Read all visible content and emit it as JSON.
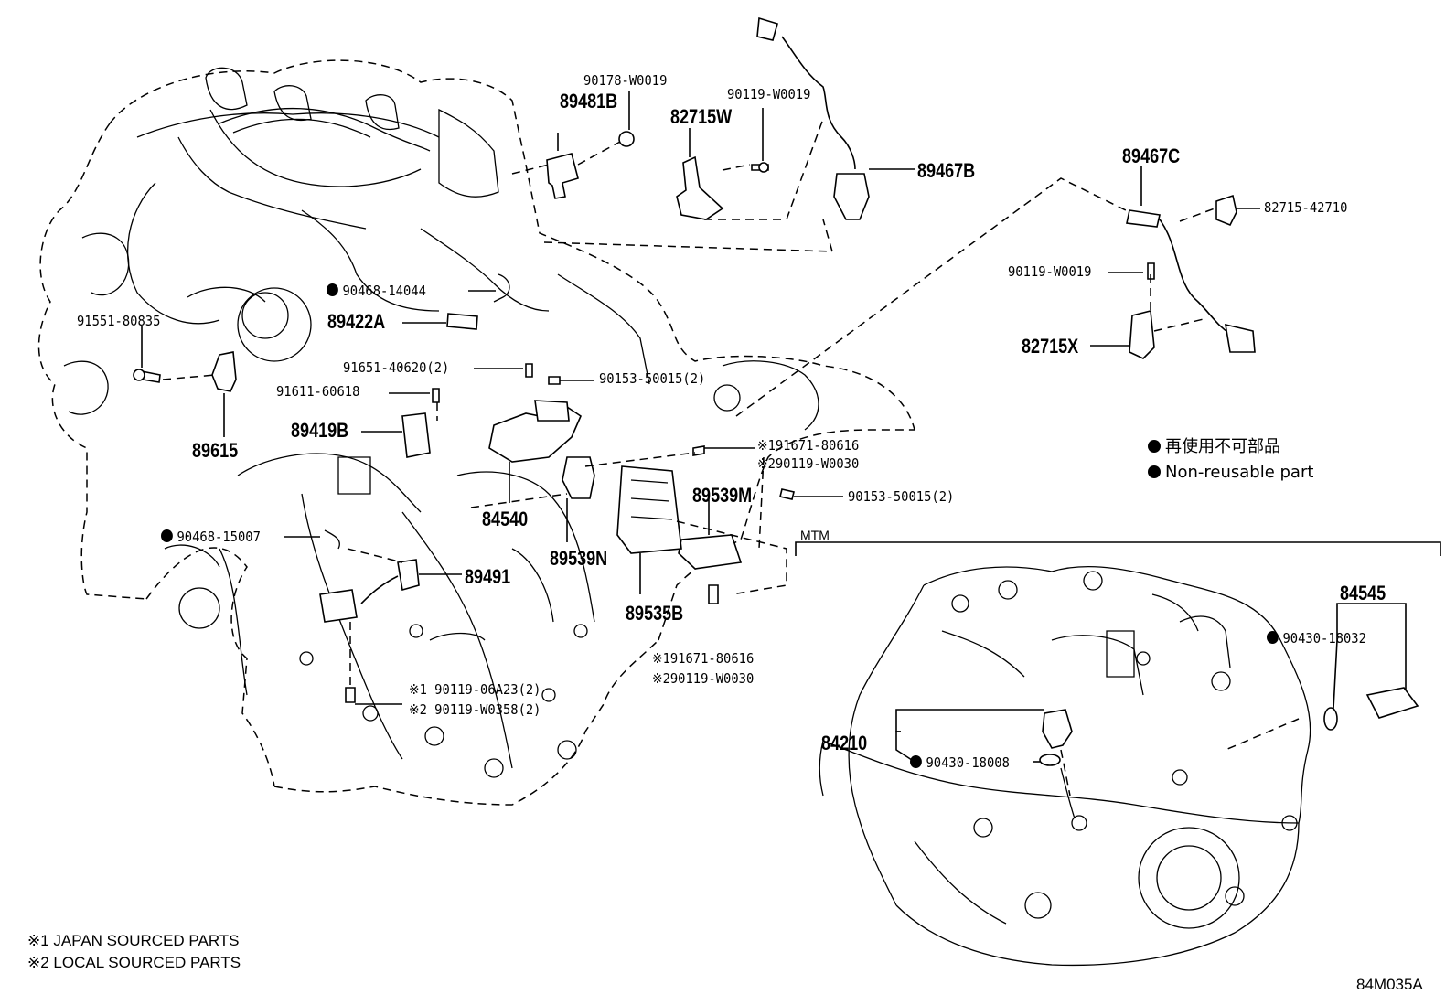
{
  "diagram_code": "84M035A",
  "mtm_label": "MTM",
  "legend": {
    "jp": "再使用不可部品",
    "en": "Non-reusable part"
  },
  "notes": {
    "note1": "※1 JAPAN SOURCED PARTS",
    "note2": "※2 LOCAL SOURCED PARTS"
  },
  "parts": {
    "p89481B": "89481B",
    "p90178": "90178-W0019",
    "p90119_top": "90119-W0019",
    "p82715W": "82715W",
    "p89467B": "89467B",
    "p89467C": "89467C",
    "p82715_42710": "82715-42710",
    "p90119_right": "90119-W0019",
    "p82715X": "82715X",
    "p90468_14044": "90468-14044",
    "p89422A": "89422A",
    "p91551": "91551-80835",
    "p91651": "91651-40620(2)",
    "p90153_a": "90153-50015(2)",
    "p91611": "91611-60618",
    "p89419B": "89419B",
    "p89615": "89615",
    "p91671_a": "※191671-80616",
    "p90119_w0030_a": "※290119-W0030",
    "p89539M": "89539M",
    "p90153_b": "90153-50015(2)",
    "p84540": "84540",
    "p90468_15007": "90468-15007",
    "p89491": "89491",
    "p89539N": "89539N",
    "p89535B": "89535B",
    "p91671_b": "※191671-80616",
    "p90119_w0030_b": "※290119-W0030",
    "p90119_06A23": "※1 90119-06A23(2)",
    "p90119_W0358": "※2 90119-W0358(2)",
    "p84545": "84545",
    "p90430_18032": "90430-18032",
    "p84210": "84210",
    "p90430_18008": "90430-18008"
  }
}
